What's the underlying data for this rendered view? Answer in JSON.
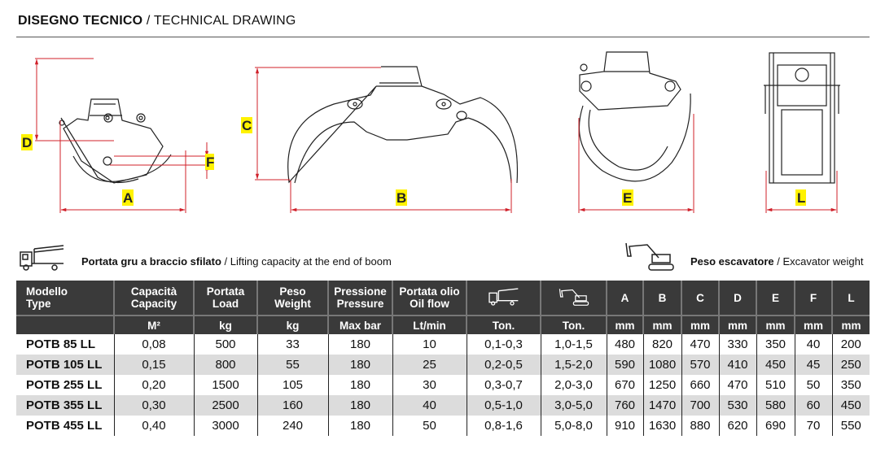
{
  "header": {
    "title_bold": "DISEGNO TECNICO",
    "title_sep": " / ",
    "title_regular": "TECHNICAL DRAWING"
  },
  "drawing_labels": {
    "A": "A",
    "B": "B",
    "C": "C",
    "D": "D",
    "E": "E",
    "F": "F",
    "L": "L"
  },
  "legend": {
    "crane_bold": "Portata gru a braccio sfilato",
    "crane_regular": " / Lifting capacity at the end of boom",
    "excavator_bold": "Peso escavatore",
    "excavator_regular": " / Excavator weight"
  },
  "colors": {
    "dimension": "#d0202a",
    "highlight": "#fff200",
    "header_bg": "#3a3a3a",
    "alt_row": "#dcdcdc"
  },
  "table": {
    "headers": [
      {
        "l1": "Modello",
        "l2": "Type",
        "unit": ""
      },
      {
        "l1": "Capacità",
        "l2": "Capacity",
        "unit": "M²"
      },
      {
        "l1": "Portata",
        "l2": "Load",
        "unit": "kg"
      },
      {
        "l1": "Peso",
        "l2": "Weight",
        "unit": "kg"
      },
      {
        "l1": "Pressione",
        "l2": "Pressure",
        "unit": "Max bar"
      },
      {
        "l1": "Portata olio",
        "l2": "Oil flow",
        "unit": "Lt/min"
      },
      {
        "icon": "crane-truck-icon",
        "unit": "Ton."
      },
      {
        "icon": "excavator-icon",
        "unit": "Ton."
      },
      {
        "l1": "A",
        "unit": "mm"
      },
      {
        "l1": "B",
        "unit": "mm"
      },
      {
        "l1": "C",
        "unit": "mm"
      },
      {
        "l1": "D",
        "unit": "mm"
      },
      {
        "l1": "E",
        "unit": "mm"
      },
      {
        "l1": "F",
        "unit": "mm"
      },
      {
        "l1": "L",
        "unit": "mm"
      }
    ],
    "rows": [
      [
        "POTB 85 LL",
        "0,08",
        "500",
        "33",
        "180",
        "10",
        "0,1-0,3",
        "1,0-1,5",
        "480",
        "820",
        "470",
        "330",
        "350",
        "40",
        "200"
      ],
      [
        "POTB 105 LL",
        "0,15",
        "800",
        "55",
        "180",
        "25",
        "0,2-0,5",
        "1,5-2,0",
        "590",
        "1080",
        "570",
        "410",
        "450",
        "45",
        "250"
      ],
      [
        "POTB 255 LL",
        "0,20",
        "1500",
        "105",
        "180",
        "30",
        "0,3-0,7",
        "2,0-3,0",
        "670",
        "1250",
        "660",
        "470",
        "510",
        "50",
        "350"
      ],
      [
        "POTB 355 LL",
        "0,30",
        "2500",
        "160",
        "180",
        "40",
        "0,5-1,0",
        "3,0-5,0",
        "760",
        "1470",
        "700",
        "530",
        "580",
        "60",
        "450"
      ],
      [
        "POTB 455 LL",
        "0,40",
        "3000",
        "240",
        "180",
        "50",
        "0,8-1,6",
        "5,0-8,0",
        "910",
        "1630",
        "880",
        "620",
        "690",
        "70",
        "550"
      ]
    ]
  }
}
